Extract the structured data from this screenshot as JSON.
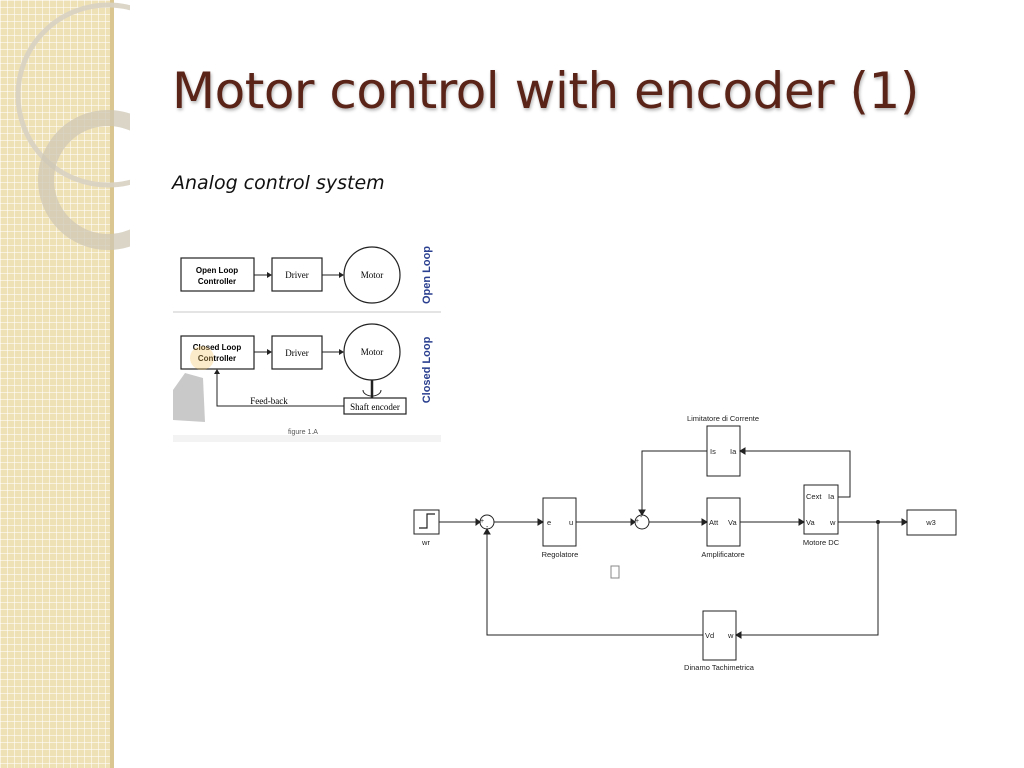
{
  "slide": {
    "title": "Motor control with encoder (1)",
    "subtitle": "Analog control system"
  },
  "figure1": {
    "open_loop": {
      "section_label": "Open Loop",
      "controller": [
        "Open Loop",
        "Controller"
      ],
      "driver": "Driver",
      "motor": "Motor"
    },
    "closed_loop": {
      "section_label": "Closed Loop",
      "controller": [
        "Closed Loop",
        "Controller"
      ],
      "driver": "Driver",
      "motor": "Motor",
      "encoder": "Shaft encoder",
      "feedback": "Feed-back"
    },
    "caption": "figure 1.A"
  },
  "figure2": {
    "source_label": "wr",
    "sum1_signs": [
      "+",
      "-"
    ],
    "regulator": {
      "name": "Regolatore",
      "in": "e",
      "out": "u"
    },
    "sum2_signs": [
      "+",
      "-"
    ],
    "current_limiter": {
      "name": "Limitatore di Corrente",
      "in": "Is",
      "out": "Ia"
    },
    "amplifier": {
      "name": "Amplificatore",
      "in": "Att",
      "out": "Va"
    },
    "motor": {
      "name": "Motore DC",
      "port_cext": "Cext",
      "port_ia": "Ia",
      "port_va": "Va",
      "port_w": "w"
    },
    "output": "w3",
    "tachometer": {
      "name": "Dinamo Tachimetrica",
      "in": "Vd",
      "out": "w"
    }
  },
  "colors": {
    "title": "#5b2419",
    "sidebar": "#efe1b6",
    "diagram_label_blue": "#2a3f8f"
  }
}
